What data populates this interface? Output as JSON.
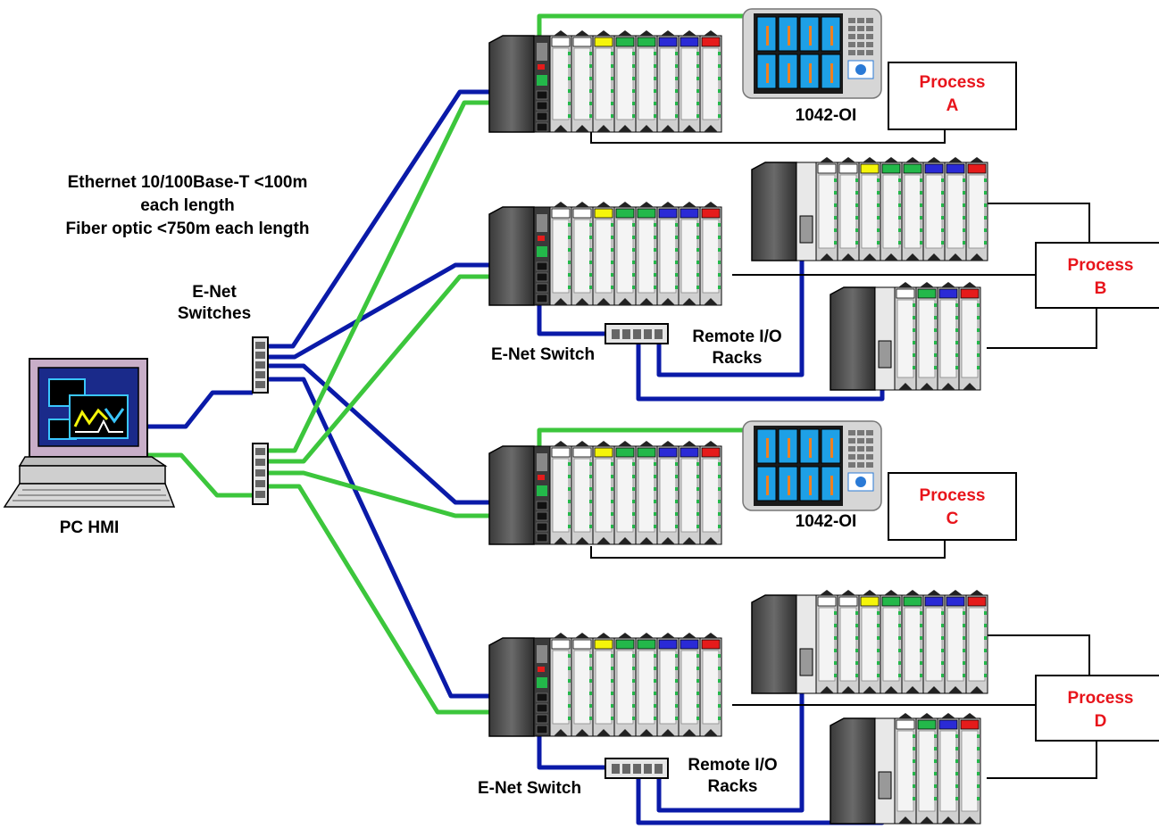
{
  "colors": {
    "ethernet": "#0a1aa8",
    "fiber": "#3cc63c",
    "wire": "#000000",
    "process_text": "#e8141b",
    "module_white": "#ffffff",
    "module_yellow": "#f5f50a",
    "module_green": "#23b84a",
    "module_blue": "#2a2ad6",
    "module_red": "#e51b1b",
    "rack_gray": "#5a5a5a",
    "oi_blue": "#1ea0e6"
  },
  "labels": {
    "network_note_line1": "Ethernet 10/100Base-T <100m",
    "network_note_line2": "each length",
    "network_note_line3": "Fiber optic <750m each length",
    "enet_switches_line1": "E-Net",
    "enet_switches_line2": "Switches",
    "pc_hmi": "PC HMI",
    "enet_switch_upper": "E-Net Switch",
    "enet_switch_lower": "E-Net Switch",
    "remote_io_upper_line1": "Remote I/O",
    "remote_io_upper_line2": "Racks",
    "remote_io_lower_line1": "Remote I/O",
    "remote_io_lower_line2": "Racks",
    "oi_upper": "1042-OI",
    "oi_lower": "1042-OI"
  },
  "processes": {
    "a": {
      "line1": "Process",
      "line2": "A"
    },
    "b": {
      "line1": "Process",
      "line2": "B"
    },
    "c": {
      "line1": "Process",
      "line2": "C"
    },
    "d": {
      "line1": "Process",
      "line2": "D"
    }
  },
  "rack_module_colors": {
    "full": [
      "white",
      "white",
      "yellow",
      "green",
      "green",
      "blue",
      "blue",
      "red"
    ],
    "short": [
      "white",
      "green",
      "blue",
      "red"
    ]
  }
}
